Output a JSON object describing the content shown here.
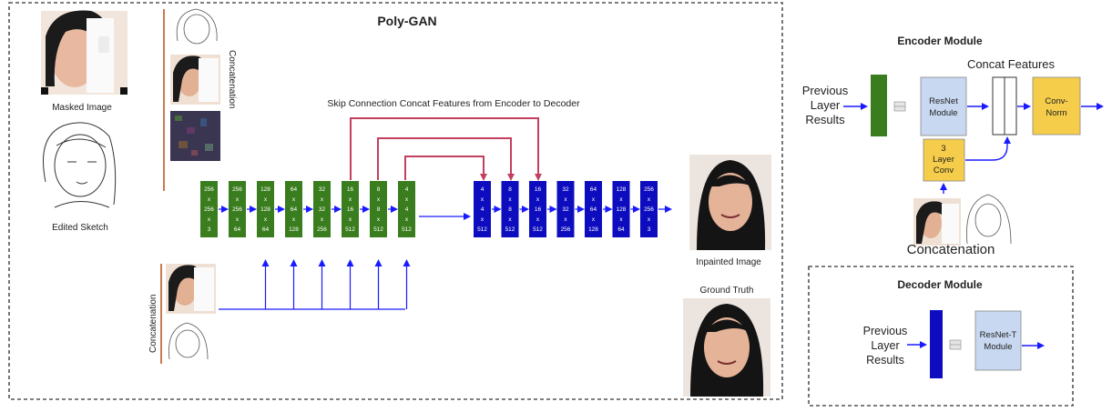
{
  "main": {
    "title": "Poly-GAN",
    "skip_label": "Skip Connection Concat Features from Encoder to Decoder",
    "masked_image_label": "Masked Image",
    "edited_sketch_label": "Edited Sketch",
    "concat_vertical_label": "Concatenation",
    "concat_bottom_label": "Concatenation",
    "inpainted_label": "Inpainted Image",
    "ground_truth_label": "Ground Truth",
    "encoder_blocks": [
      [
        "256",
        "x",
        "256",
        "x",
        "3"
      ],
      [
        "256",
        "x",
        "256",
        "x",
        "64"
      ],
      [
        "128",
        "x",
        "128",
        "x",
        "64"
      ],
      [
        "64",
        "x",
        "64",
        "x",
        "128"
      ],
      [
        "32",
        "x",
        "32",
        "x",
        "256"
      ],
      [
        "16",
        "x",
        "16",
        "x",
        "512"
      ],
      [
        "8",
        "x",
        "8",
        "x",
        "512"
      ],
      [
        "4",
        "x",
        "4",
        "x",
        "512"
      ]
    ],
    "decoder_blocks": [
      [
        "4",
        "x",
        "4",
        "x",
        "512"
      ],
      [
        "8",
        "x",
        "8",
        "x",
        "512"
      ],
      [
        "16",
        "x",
        "16",
        "x",
        "512"
      ],
      [
        "32",
        "x",
        "32",
        "x",
        "256"
      ],
      [
        "64",
        "x",
        "64",
        "x",
        "128"
      ],
      [
        "128",
        "x",
        "128",
        "x",
        "64"
      ],
      [
        "256",
        "x",
        "256",
        "x",
        "3"
      ]
    ]
  },
  "encoder_module": {
    "title": "Encoder Module",
    "prev_line1": "Previous",
    "prev_line2": "Layer",
    "prev_line3": "Results",
    "resnet_line1": "ResNet",
    "resnet_line2": "Module",
    "concat_features": "Concat Features",
    "convnorm_line1": "Conv-",
    "convnorm_line2": "Norm",
    "conv3_line1": "3",
    "conv3_line2": "Layer",
    "conv3_line3": "Conv",
    "concatenation": "Concatenation"
  },
  "decoder_module": {
    "title": "Decoder Module",
    "prev_line1": "Previous",
    "prev_line2": "Layer",
    "prev_line3": "Results",
    "resnett_line1": "ResNet-T",
    "resnett_line2": "Module"
  },
  "colors": {
    "encoder_green": "#3a7d1e",
    "decoder_blue": "#0d0dbf",
    "arrow_blue": "#1a1aff",
    "skip_pink": "#c2405e",
    "resnet_fill": "#c8d8f0",
    "convnorm_fill": "#f5cd4a",
    "divider_brown": "#c87a50"
  }
}
